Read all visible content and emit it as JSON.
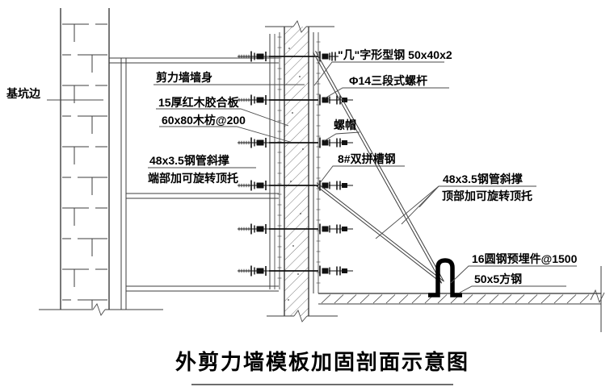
{
  "meta": {
    "drawing_type": "construction-detail-section",
    "language": "zh-CN"
  },
  "title": "外剪力墙模板加固剖面示意图",
  "labels": {
    "pit_edge": "基坑边",
    "shear_wall_body": "剪力墙墙身",
    "plywood": "15厚红木胶合板",
    "timber_batten": "60x80木枋@200",
    "left_brace_line1": "48x3.5钢管斜撑",
    "left_brace_line2": "端部加可旋转顶托",
    "hat_steel": "\"几\"字形型钢 50x40x2",
    "tie_bolt": "Φ14三段式螺杆",
    "nut": "螺帽",
    "double_channel": "8#双拼槽钢",
    "right_brace_line1": "48x3.5钢管斜撑",
    "right_brace_line2": "顶部加可旋转顶托",
    "embedded_part": "16圆钢预埋件@1500",
    "square_steel": "50x5方钢"
  },
  "colors": {
    "background": "#ffffff",
    "line": "#3d3d3d",
    "text": "#000000",
    "solid_fill": "#000000"
  }
}
